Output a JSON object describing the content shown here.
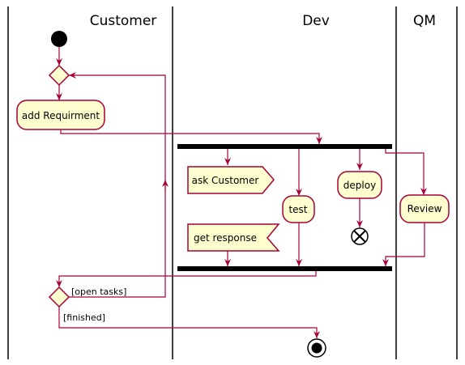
{
  "swimlanes": [
    {
      "name": "Customer"
    },
    {
      "name": "Dev"
    },
    {
      "name": "QM"
    }
  ],
  "nodes": {
    "add_requirement": "add Requirment",
    "ask_customer": "ask Customer",
    "get_response": "get response",
    "test": "test",
    "deploy": "deploy",
    "review": "Review"
  },
  "guards": {
    "open_tasks": "[open tasks]",
    "finished": "[finished]"
  },
  "colors": {
    "line": "#A80036",
    "node_fill": "#FEFECE",
    "bar": "#000000"
  }
}
